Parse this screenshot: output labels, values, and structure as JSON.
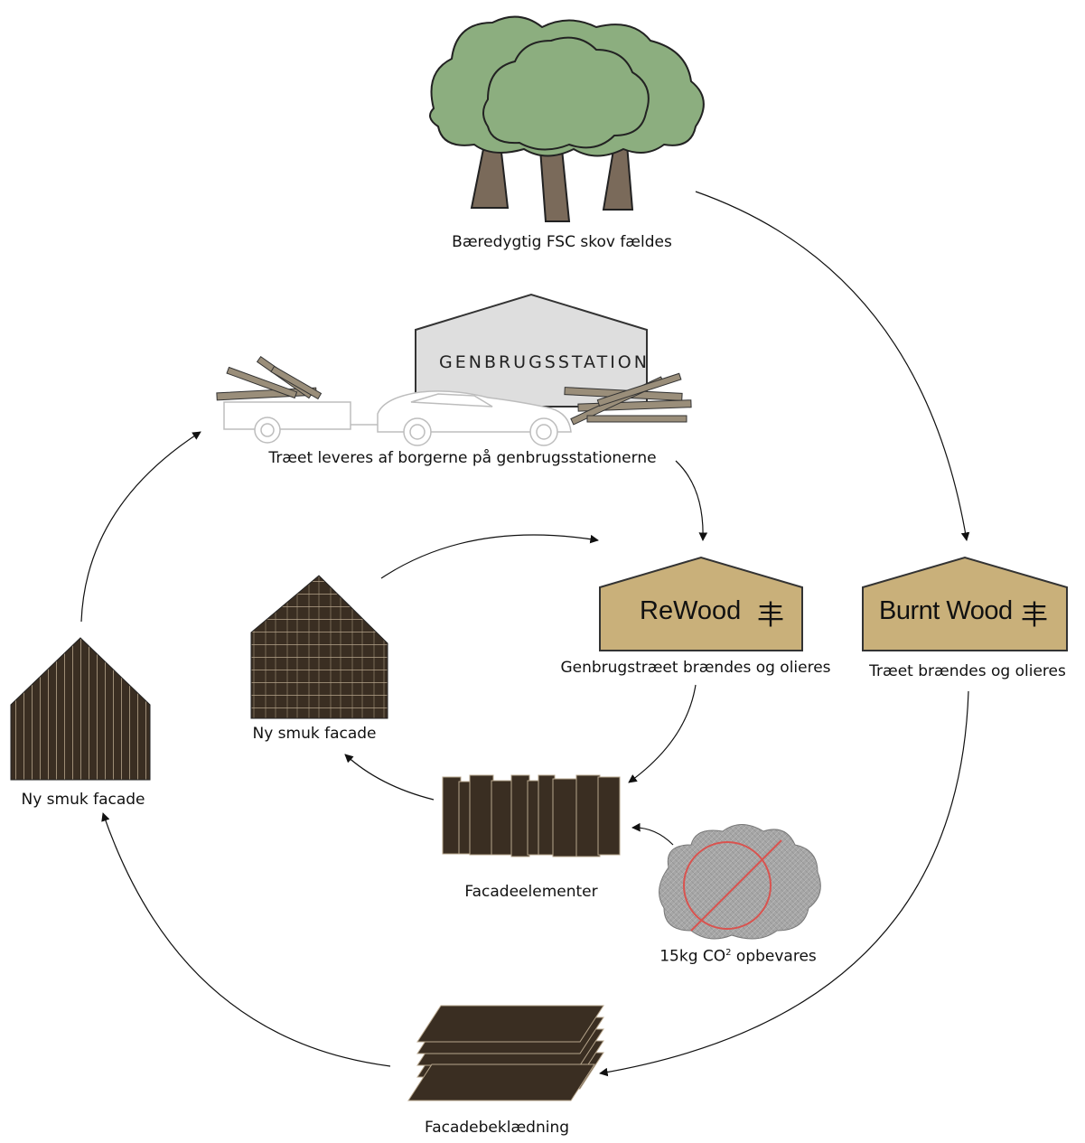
{
  "labels": {
    "forest": "Bæredygtig FSC skov fældes",
    "station_sign": "GENBRUGSSTATION",
    "delivery": "Træet leveres af borgerne på genbrugsstationerne",
    "rewood_caption": "Genbrugstræet brændes og olieres",
    "burnt_caption": "Træet brændes og olieres",
    "facade_left": "Ny smuk facade",
    "facade_mid": "Ny smuk facade",
    "facade_elements": "Facadeelementer",
    "co2_prefix": "15kg CO",
    "co2_sup": "2",
    "co2_suffix": " opbevares",
    "cladding": "Facadebeklædning"
  },
  "signs": {
    "rewood": "ReWood",
    "burnt": "Burnt Wood",
    "logo_glyph": "丰"
  },
  "colors": {
    "tree_foliage": "#8cae7f",
    "tree_trunk": "#7a6a5a",
    "sign_fill": "#c9b07a",
    "station_fill": "#dedede",
    "charred_wood": "#3a2e22",
    "co2_cloud": "#a8a8a8",
    "prohibition": "#d9534f"
  }
}
